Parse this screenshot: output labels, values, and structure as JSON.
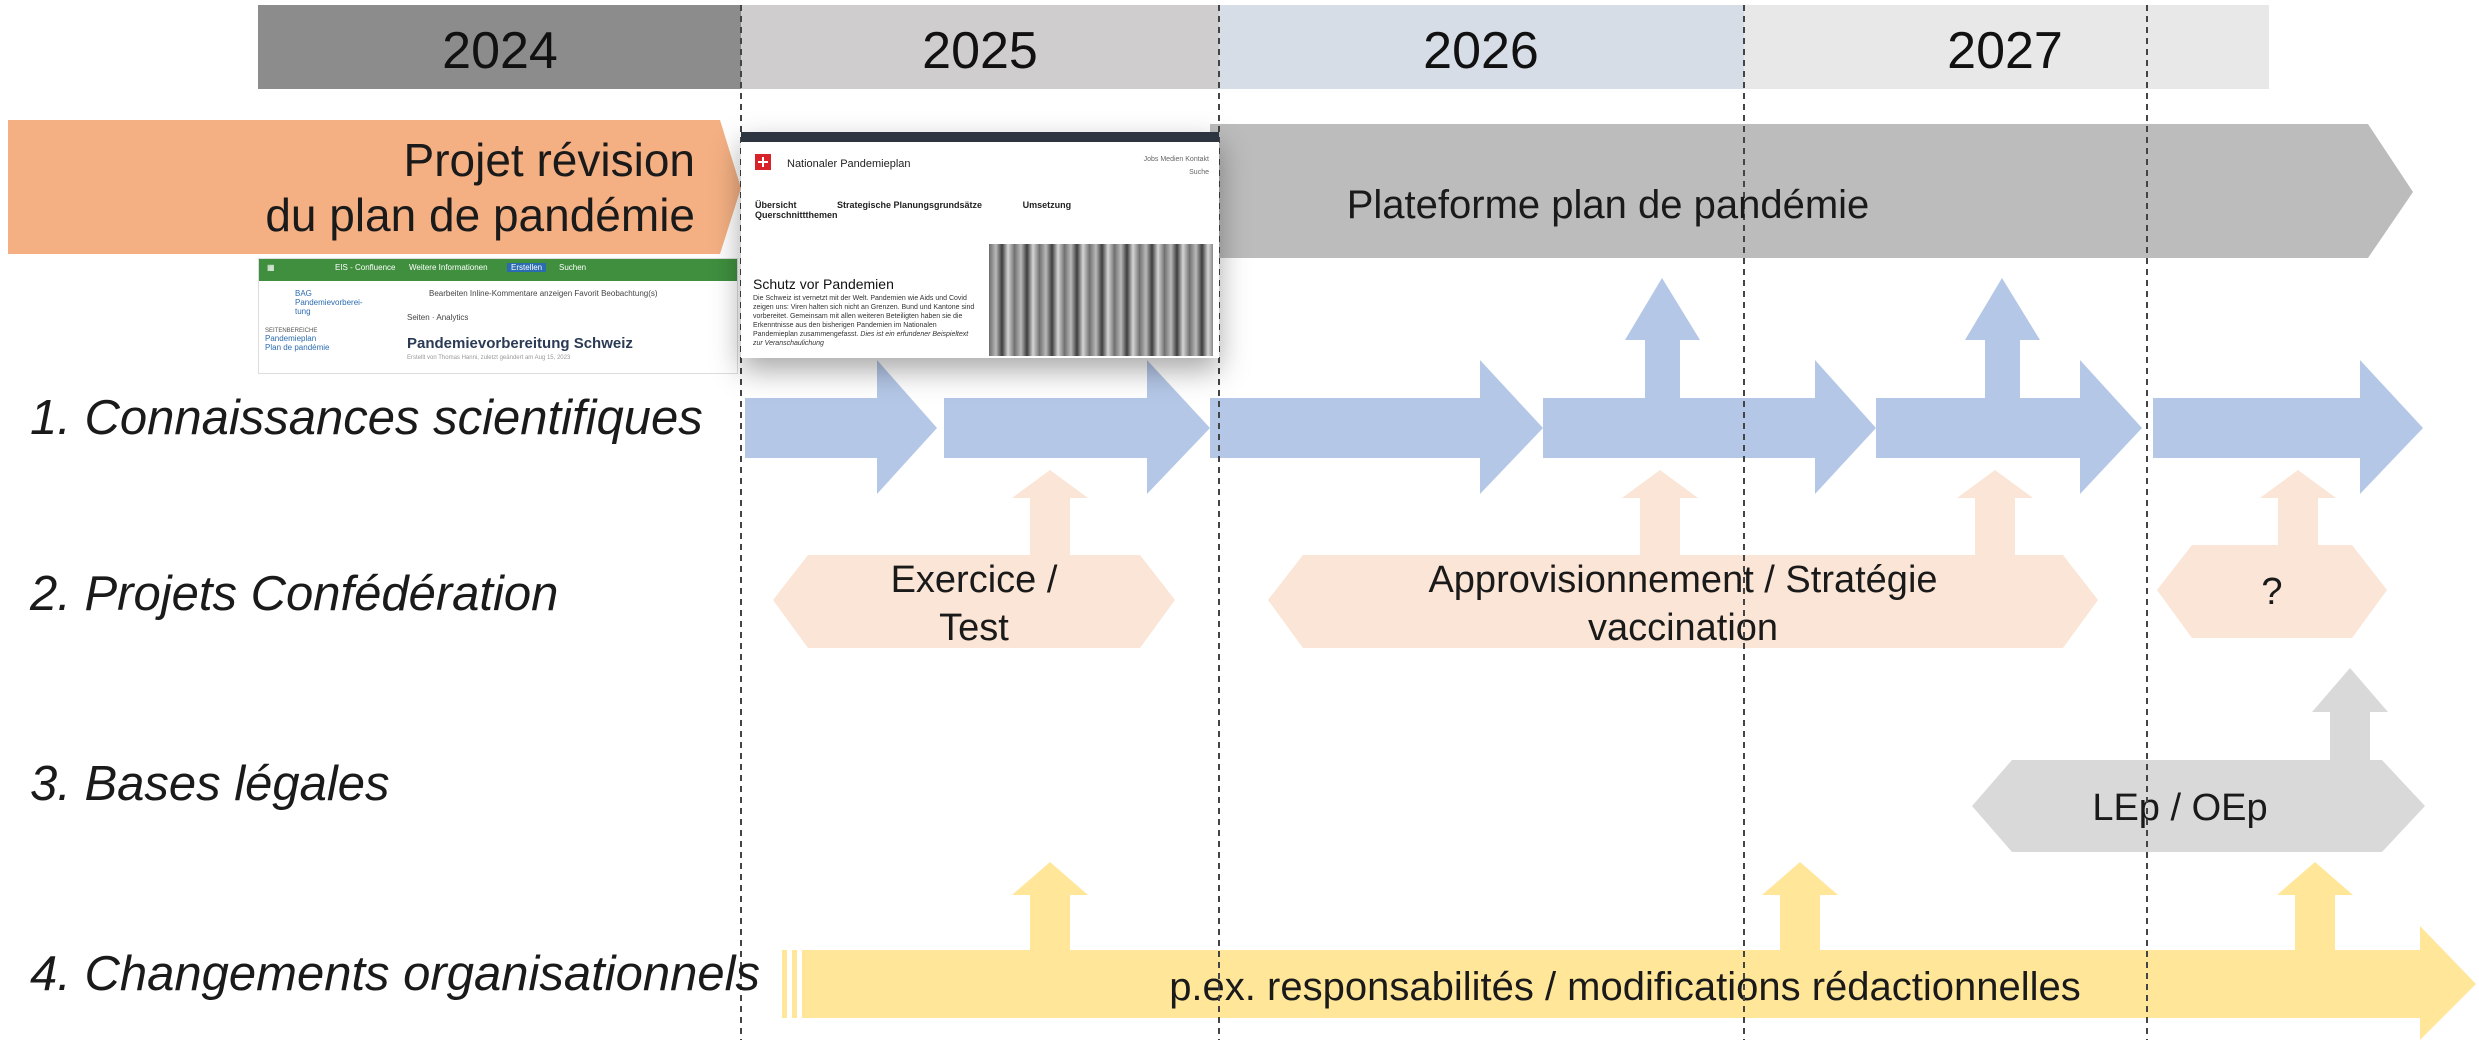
{
  "years": [
    "2024",
    "2025",
    "2026",
    "2027"
  ],
  "project_label": [
    "Projet révision",
    "du plan de pandémie"
  ],
  "platform_label": "Plateforme plan de pandémie",
  "lanes": [
    "1. Connaissances scientifiques",
    "2. Projets Confédération",
    "3. Bases légales",
    "4. Changements organisationnels"
  ],
  "projects": {
    "exercise": [
      "Exercice /",
      "Test"
    ],
    "procurement": [
      "Approvisionnement / Stratégie",
      "vaccination"
    ],
    "unknown": "?"
  },
  "legal": "LEp / OEp",
  "organizational": "p.ex. responsabilités / modifications rédactionnelles",
  "confluence_screenshot": {
    "app": "EIS - Confluence",
    "menu": "Weitere Informationen",
    "create": "Erstellen",
    "search": "Suchen",
    "space": [
      "BAG",
      "Pandemievorberei-",
      "tung"
    ],
    "section": "SEITENBEREICHE",
    "nav": [
      "Pandemieplan",
      "Plan de pandémie"
    ],
    "actions": "Bearbeiten   Inline-Kommentare anzeigen   Favorit   Beobachtung(s)",
    "breadcrumb": "Seiten  ·  Analytics",
    "page_title": "Pandemievorbereitung Schweiz",
    "page_meta": "Erstellt von Thomas Hanni, zuletzt geändert am Aug 15, 2023"
  },
  "pandemieplan_screenshot": {
    "site_title": "Nationaler Pandemieplan",
    "top_links": "Jobs   Medien   Kontakt",
    "search": "Suche",
    "nav": [
      "Übersicht",
      "Strategische Planungsgrundsätze",
      "Umsetzung",
      "Querschnittthemen"
    ],
    "heading": "Schutz vor Pandemien",
    "body": "Die Schweiz ist vernetzt mit der Welt. Pandemien wie Aids und Covid zeigen uns: Viren halten sich nicht an Grenzen. Bund und Kantone sind vorbereitet. Gemeinsam mit allen weiteren Beteiligten haben sie die Erkenntnisse aus den bisherigen Pandemien im Nationalen Pandemieplan zusammengefasst.",
    "note": "Dies ist ein erfundener Beispieltext zur Veranschaulichung"
  },
  "colors": {
    "year_2024": "#8c8c8c",
    "year_2025": "#cfcdcd",
    "year_2026": "#d6dde6",
    "year_2027": "#e8e8e8",
    "project": "#f4b083",
    "platform": "#bcbcbc",
    "science": "#b4c7e7",
    "confederation": "#fbe5d6",
    "legal": "#d9d9d9",
    "organizational": "#ffe699"
  }
}
